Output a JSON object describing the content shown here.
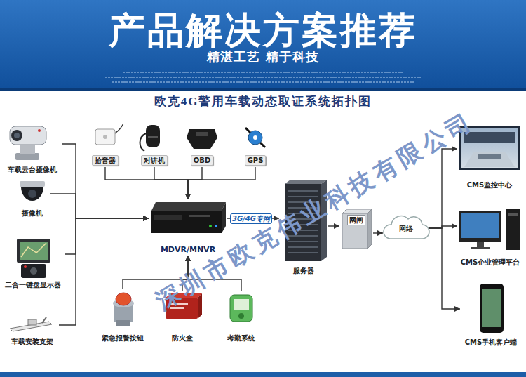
{
  "diagram": {
    "title": "欧克4G警用车载动态取证系统拓扑图",
    "nodes": [
      {
        "text": [
          "车载云台摄像机"
        ]
      },
      {
        "text": [
          "摄像机"
        ]
      },
      {
        "text": [
          "二合一键盘显示器"
        ]
      },
      {
        "text": [
          "车载安装支架"
        ]
      },
      {
        "text": [
          "拾音器"
        ]
      },
      {
        "text": [
          "对讲机"
        ]
      },
      {
        "text": [
          "OBD"
        ]
      },
      {
        "text": [
          "GPS"
        ]
      },
      {
        "text": [
          "MDVR/MNVR"
        ]
      },
      {
        "text": [
          "紧急报警按钮"
        ]
      },
      {
        "text": [
          "防火盒"
        ]
      },
      {
        "text": [
          "考勤系统"
        ]
      },
      {
        "text": [
          "服务器"
        ]
      },
      {
        "text": [
          "网闸"
        ]
      },
      {
        "text": [
          "网络"
        ]
      },
      {
        "text": [
          "CMS监控中心"
        ]
      },
      {
        "text": [
          "CMS企业管理平台"
        ]
      },
      {
        "text": [
          "CMS手机客户端"
        ]
      }
    ],
    "edges": [
      {
        "from": 0,
        "to": 8,
        "arrow": "to"
      },
      {
        "from": 1,
        "to": 8,
        "arrow": "to"
      },
      {
        "from": 2,
        "to": 8,
        "arrow": "to"
      },
      {
        "from": 3,
        "to": 8,
        "arrow": "to"
      },
      {
        "from": 4,
        "to": 8,
        "arrow": "to"
      },
      {
        "from": 5,
        "to": 8,
        "arrow": "to"
      },
      {
        "from": 6,
        "to": 8,
        "arrow": "to"
      },
      {
        "from": 7,
        "to": 8,
        "arrow": "to"
      },
      {
        "from": 9,
        "to": 8,
        "arrow": "to"
      },
      {
        "from": 10,
        "to": 8,
        "arrow": "to"
      },
      {
        "from": 11,
        "to": 8,
        "arrow": "to"
      },
      {
        "from": 8,
        "to": 12,
        "label": "3G/4G专网",
        "arrow": "to"
      },
      {
        "from": 12,
        "to": 13,
        "arrow": "to"
      },
      {
        "from": 13,
        "to": 14,
        "arrow": "to"
      },
      {
        "from": 14,
        "to": 15,
        "arrow": "to"
      },
      {
        "from": 14,
        "to": 16,
        "arrow": "to"
      },
      {
        "from": 14,
        "to": 17,
        "arrow": "to"
      }
    ],
    "labels": [
      "产品解决方案推荐",
      "精湛工艺 精于科技",
      "深圳市欧克伟业科技有限公司"
    ]
  }
}
